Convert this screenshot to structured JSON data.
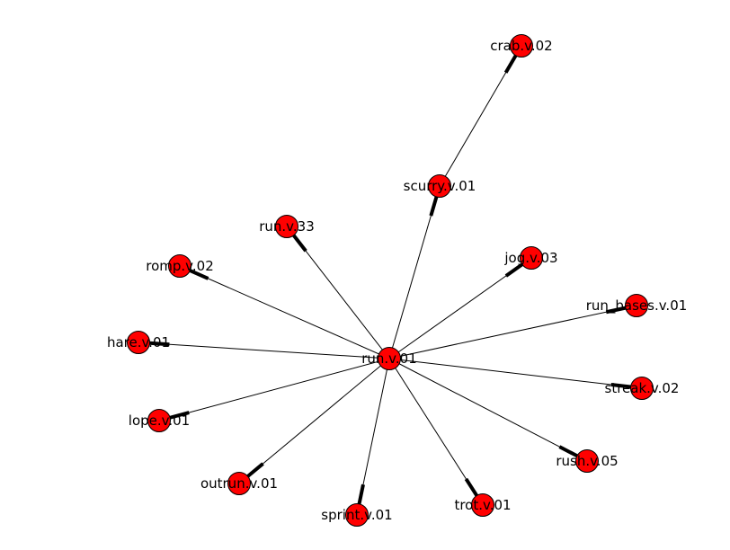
{
  "graph": {
    "node_color": "#ff0000",
    "edge_color": "#000000",
    "center": "run.v.01",
    "nodes": [
      "run.v.01",
      "crab.v.02",
      "scurry.v.01",
      "run.v.33",
      "romp.v.02",
      "jog.v.03",
      "run_bases.v.01",
      "hare.v.01",
      "streak.v.02",
      "lope.v.01",
      "rush.v.05",
      "outrun.v.01",
      "trot.v.01",
      "sprint.v.01"
    ],
    "edges": [
      {
        "source": "run.v.01",
        "target": "scurry.v.01"
      },
      {
        "source": "scurry.v.01",
        "target": "crab.v.02"
      },
      {
        "source": "run.v.01",
        "target": "run.v.33"
      },
      {
        "source": "run.v.01",
        "target": "romp.v.02"
      },
      {
        "source": "run.v.01",
        "target": "jog.v.03"
      },
      {
        "source": "run.v.01",
        "target": "run_bases.v.01"
      },
      {
        "source": "run.v.01",
        "target": "hare.v.01"
      },
      {
        "source": "run.v.01",
        "target": "streak.v.02"
      },
      {
        "source": "run.v.01",
        "target": "lope.v.01"
      },
      {
        "source": "run.v.01",
        "target": "rush.v.05"
      },
      {
        "source": "run.v.01",
        "target": "outrun.v.01"
      },
      {
        "source": "run.v.01",
        "target": "trot.v.01"
      },
      {
        "source": "run.v.01",
        "target": "sprint.v.01"
      }
    ]
  }
}
